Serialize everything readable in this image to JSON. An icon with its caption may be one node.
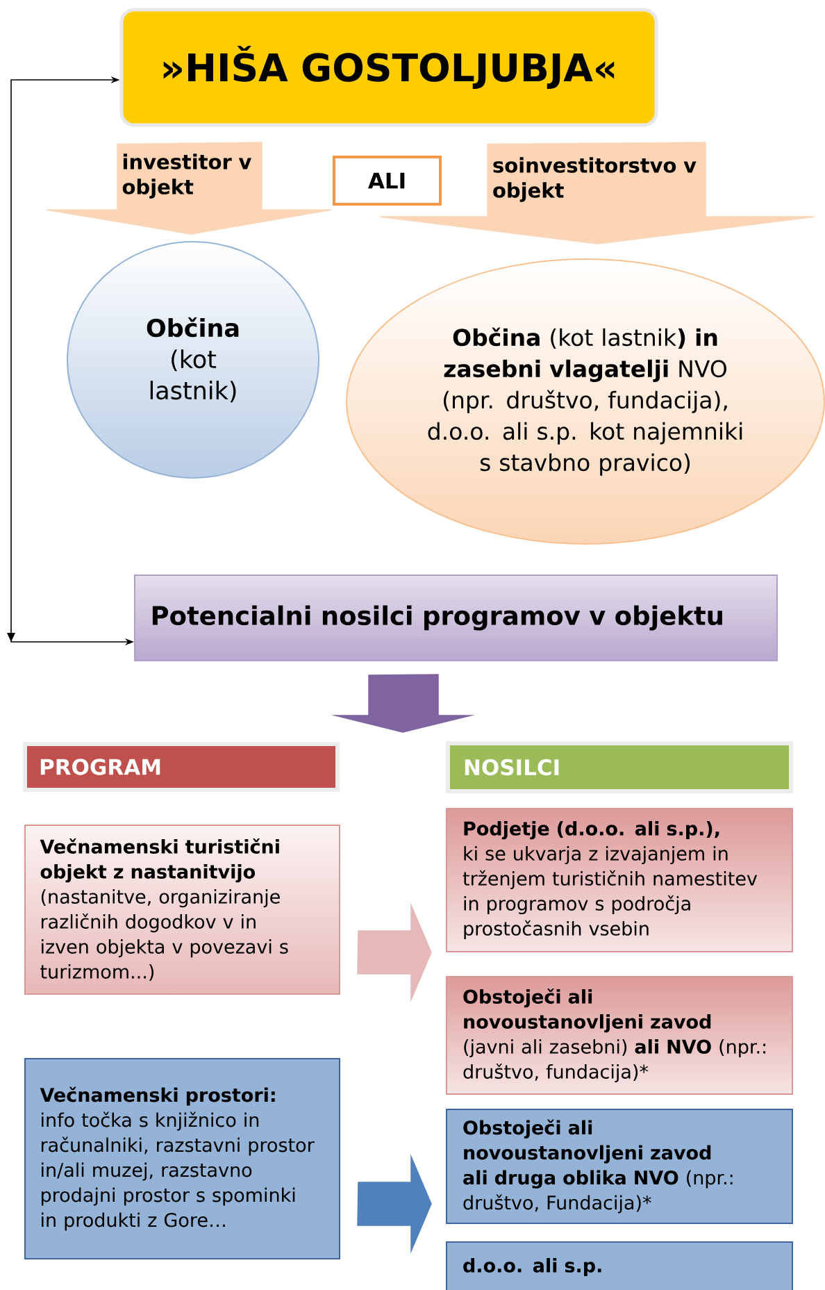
{
  "diagram": {
    "nodes": [
      {
        "text": [
          "»HIŠA GOSTOLJUBJA«"
        ]
      },
      {
        "text": [
          "ALI"
        ]
      },
      {
        "text": [
          "Občina",
          "(kot lastnik)"
        ]
      },
      {
        "text": [
          "**Občina** (kot lastnik**) in zasebni vlagatelji** NVO (npr. društvo, fundacija), d.o.o. ali s.p. kot najemniki s stavbno pravico)"
        ]
      },
      {
        "text": [
          "Potencialni nosilci programov v objektu"
        ]
      },
      {
        "text": [
          "PROGRAM"
        ]
      },
      {
        "text": [
          "NOSILCI"
        ]
      },
      {
        "text": [
          "Večnamenski turistični objekt z nastanitvijo",
          "(nastanitve, organiziranje različnih dogodkov v in izven objekta v povezavi s turizmom...)"
        ]
      },
      {
        "text": [
          "**Podjetje (d.o.o. ali s.p.),** ki se ukvarja z izvajanjem in trženjem turističnih namestitev in programov s področja prostočasnih vsebin"
        ]
      },
      {
        "text": [
          "**Obstoječi ali novoustanovljeni zavod** (javni ali zasebni) **ali NVO** (npr.: društvo, fundacija)*"
        ]
      },
      {
        "text": [
          "Večnamenski prostori:",
          "info točka s knjižnico in računalniki, razstavni prostor in/ali muzej, razstavno prodajni prostor s spominki in produkti z Gore…"
        ]
      },
      {
        "text": [
          "**Obstoječi ali novoustanovljeni zavod ali druga oblika NVO** (npr.: društvo, Fundacija)*"
        ]
      },
      {
        "text": [
          "d.o.o. ali s.p."
        ]
      }
    ],
    "edges": [
      {
        "from": 0,
        "to": 2,
        "arrow": "to",
        "label": "investitor v objekt",
        "color": "#fbd5b5"
      },
      {
        "from": 0,
        "to": 3,
        "arrow": "to",
        "label": "soinvestitorstvo v objekt",
        "color": "#fbd5b5"
      },
      {
        "from": 0,
        "to": 4,
        "arrow": "both",
        "color": "#000000"
      },
      {
        "from": 4,
        "to": null,
        "arrow": "to",
        "color": "#8064a2"
      },
      {
        "from": 7,
        "to": 8,
        "arrow": "to",
        "color": "#e6b9b8"
      },
      {
        "from": 10,
        "to": 11,
        "arrow": "to",
        "color": "#4f81bd"
      }
    ]
  }
}
